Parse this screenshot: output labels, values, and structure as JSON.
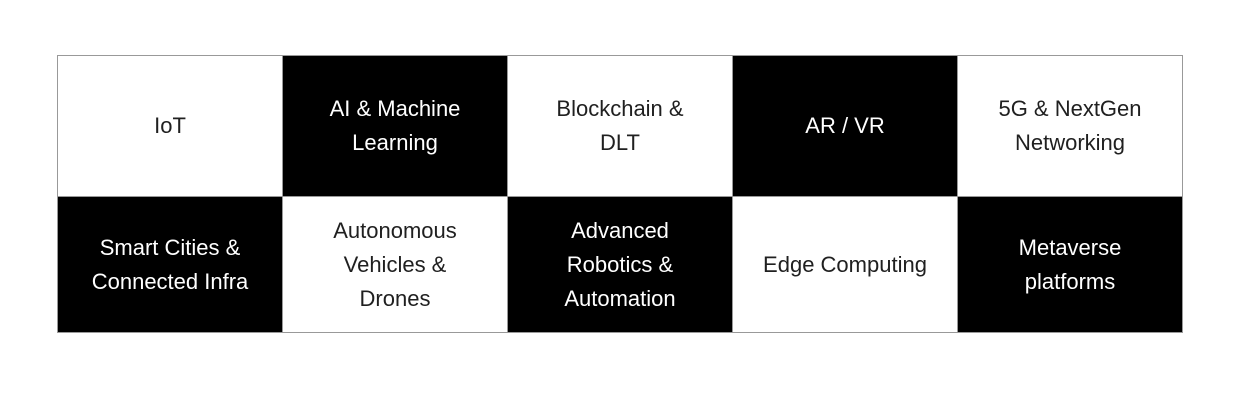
{
  "diagram": {
    "type": "checkerboard-grid",
    "rows": 2,
    "columns": 5,
    "colors": {
      "light_background": "#ffffff",
      "light_text": "#202020",
      "dark_background": "#000000",
      "dark_text": "#ffffff",
      "border": "#999999",
      "page_background": "#ffffff"
    },
    "cells": [
      {
        "label": "IoT",
        "style": "light",
        "row": 1,
        "column": 1
      },
      {
        "label": "AI & Machine\nLearning",
        "style": "dark",
        "row": 1,
        "column": 2
      },
      {
        "label": "Blockchain &\nDLT",
        "style": "light",
        "row": 1,
        "column": 3
      },
      {
        "label": "AR / VR",
        "style": "dark",
        "row": 1,
        "column": 4
      },
      {
        "label": "5G & NextGen\nNetworking",
        "style": "light",
        "row": 1,
        "column": 5
      },
      {
        "label": "Smart Cities &\nConnected Infra",
        "style": "dark",
        "row": 2,
        "column": 1
      },
      {
        "label": "Autonomous\nVehicles &\nDrones",
        "style": "light",
        "row": 2,
        "column": 2
      },
      {
        "label": "Advanced\nRobotics &\nAutomation",
        "style": "dark",
        "row": 2,
        "column": 3
      },
      {
        "label": "Edge Computing",
        "style": "light",
        "row": 2,
        "column": 4
      },
      {
        "label": "Metaverse\nplatforms",
        "style": "dark",
        "row": 2,
        "column": 5
      }
    ]
  }
}
